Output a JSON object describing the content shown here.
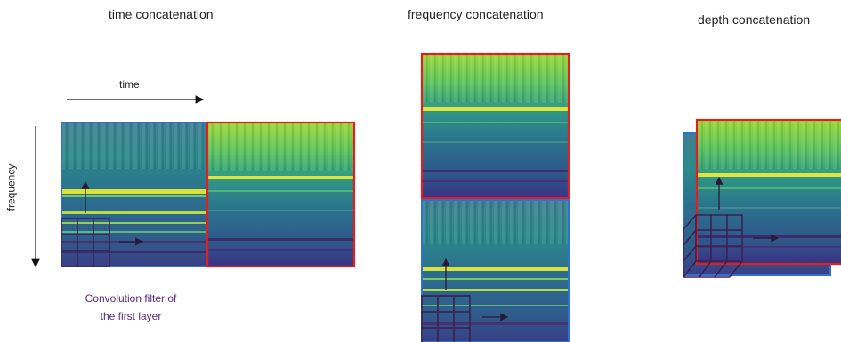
{
  "titles": {
    "time": "time concatenation",
    "frequency": "frequency concatenation",
    "depth": "depth concatenation"
  },
  "axes": {
    "time_label": "time",
    "frequency_label": "frequency"
  },
  "caption": {
    "line1": "Convolution filter of",
    "line2": "the first layer"
  },
  "colors": {
    "blue_border": "#2f6fd6",
    "red_border": "#e0201e",
    "filter_grid": "#3b1f4f",
    "caption": "#5a2a7a"
  }
}
